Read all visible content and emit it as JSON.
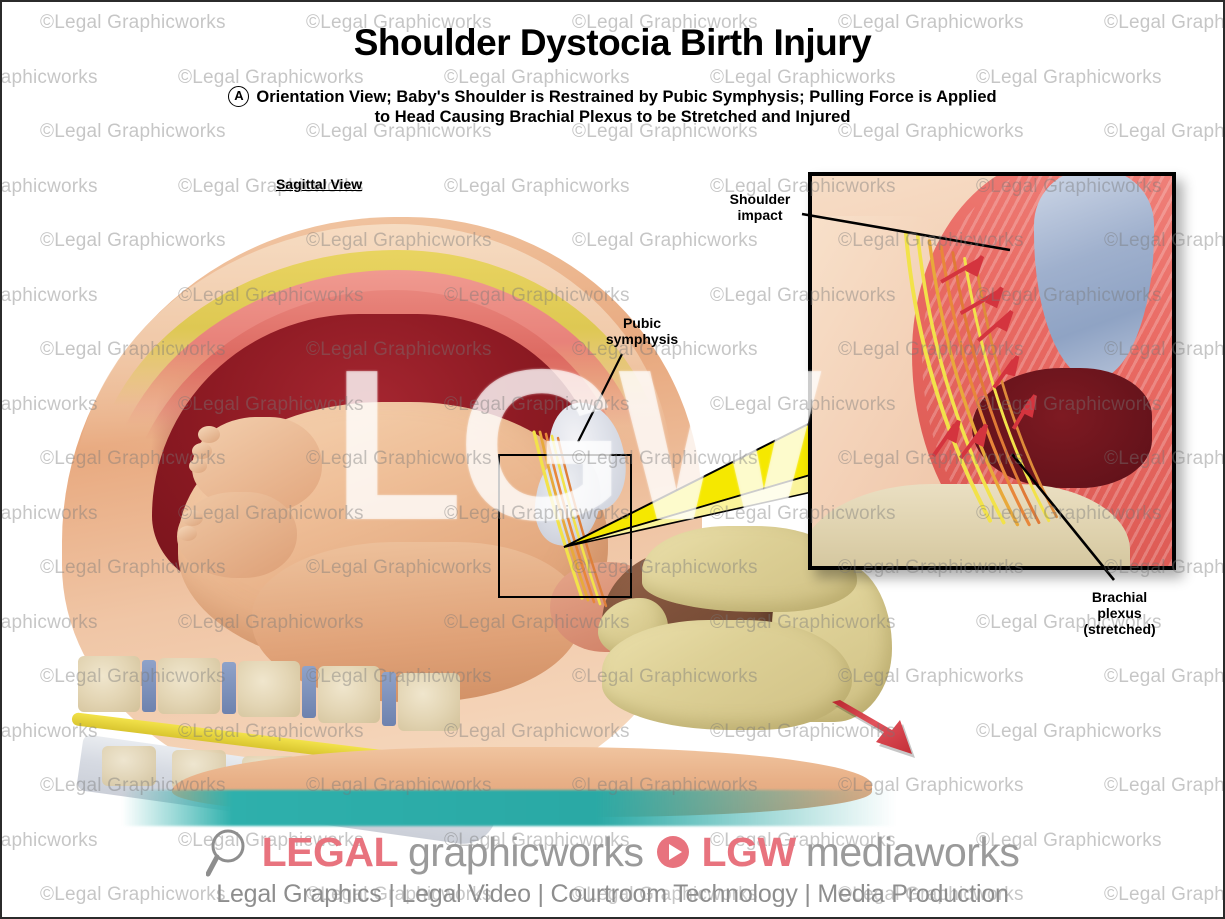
{
  "document": {
    "title": "Shoulder Dystocia Birth Injury",
    "panel_marker": "A",
    "subtitle_line1": "Orientation View; Baby's Shoulder is Restrained by Pubic Symphysis; Pulling Force is Applied",
    "subtitle_line2": "to Head Causing Brachial Plexus to be Stretched and Injured"
  },
  "labels": {
    "sagittal_view": "Sagittal View",
    "pubic_symphysis_line1": "Pubic",
    "pubic_symphysis_line2": "symphysis",
    "shoulder_impact_line1": "Shoulder",
    "shoulder_impact_line2": "impact",
    "brachial_line1": "Brachial",
    "brachial_line2": "plexus",
    "brachial_line3": "(stretched)"
  },
  "watermark": {
    "tile_text": "©Legal Graphicworks",
    "center_text": "LGW"
  },
  "footer": {
    "legal_word": "LEGAL",
    "graphicworks_word": "graphicworks",
    "lgw_word": "LGW",
    "mediaworks_word": "mediaworks",
    "tagline": "Legal Graphics | Legal Video | Courtroom Technology | Media Production",
    "magnifier_icon": "magnifier-icon",
    "play_icon": "play-icon"
  },
  "colors": {
    "brand_red": "#e8737e",
    "brand_gray": "#9a9a9a",
    "arrow_red": "#cf3840",
    "cone_yellow": "#f5e800",
    "teal": "#2eb0ac",
    "nerve_yellow": "#f2e24a",
    "nerve_orange": "#e8873a",
    "muscle_pink": "#e96a63",
    "bone_tan": "#ddd0ab"
  }
}
